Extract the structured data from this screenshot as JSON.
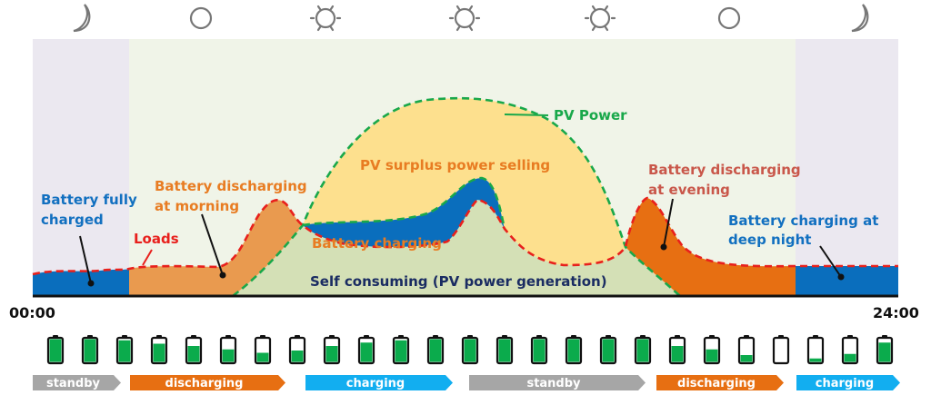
{
  "sky_icons": [
    {
      "icon": "moon-icon",
      "hour": 2
    },
    {
      "icon": "cloud-circle-icon",
      "hour": 5.5
    },
    {
      "icon": "sun-icon",
      "hour": 9
    },
    {
      "icon": "sun-icon",
      "hour": 12
    },
    {
      "icon": "sun-icon",
      "hour": 15
    },
    {
      "icon": "cloud-circle-icon",
      "hour": 18.5
    },
    {
      "icon": "moon-icon",
      "hour": 22
    }
  ],
  "axis": {
    "start_label": "00:00",
    "end_label": "24:00"
  },
  "labels": {
    "battery_full": [
      "Battery fully",
      "charged"
    ],
    "loads": "Loads",
    "morning": [
      "Battery discharging",
      "at morning"
    ],
    "pv_power": "PV Power",
    "surplus": "PV surplus power selling",
    "charging": "Battery charging",
    "self": "Self consuming (PV power generation)",
    "evening": [
      "Battery discharging",
      "at evening"
    ],
    "night": [
      "Battery charging at",
      "deep night"
    ]
  },
  "colors": {
    "night_bg": "#ebe8f0",
    "day_bg": "#f0f4e8",
    "battery_blue": "#0a6ebd",
    "morning_orange": "#e99a4f",
    "evening_orange": "#e76f12",
    "pv_yellow": "#fde08e",
    "self_green": "#d4e0b6",
    "loads_red": "#e8201c",
    "pv_green": "#19a84a",
    "battery_green": "#0bab4c",
    "standby_gray": "#a6a6a6",
    "charging_cyan": "#12aef0",
    "label_blue": "#1270c0",
    "label_orange": "#e87c22",
    "label_redbrown": "#c9574a",
    "label_navy": "#1a2c62"
  },
  "batteries": [
    1.0,
    1.0,
    0.95,
    0.8,
    0.7,
    0.55,
    0.4,
    0.5,
    0.7,
    0.85,
    0.95,
    1.0,
    1.0,
    1.0,
    1.0,
    1.0,
    1.0,
    1.0,
    0.7,
    0.55,
    0.3,
    0.0,
    0.15,
    0.35,
    0.85
  ],
  "phases": [
    {
      "label": "standby",
      "type": "standby"
    },
    {
      "label": "discharging",
      "type": "discharging"
    },
    {
      "label": "charging",
      "type": "charging"
    },
    {
      "label": "standby",
      "type": "standby"
    },
    {
      "label": "discharging",
      "type": "discharging"
    },
    {
      "label": "charging",
      "type": "charging"
    }
  ]
}
